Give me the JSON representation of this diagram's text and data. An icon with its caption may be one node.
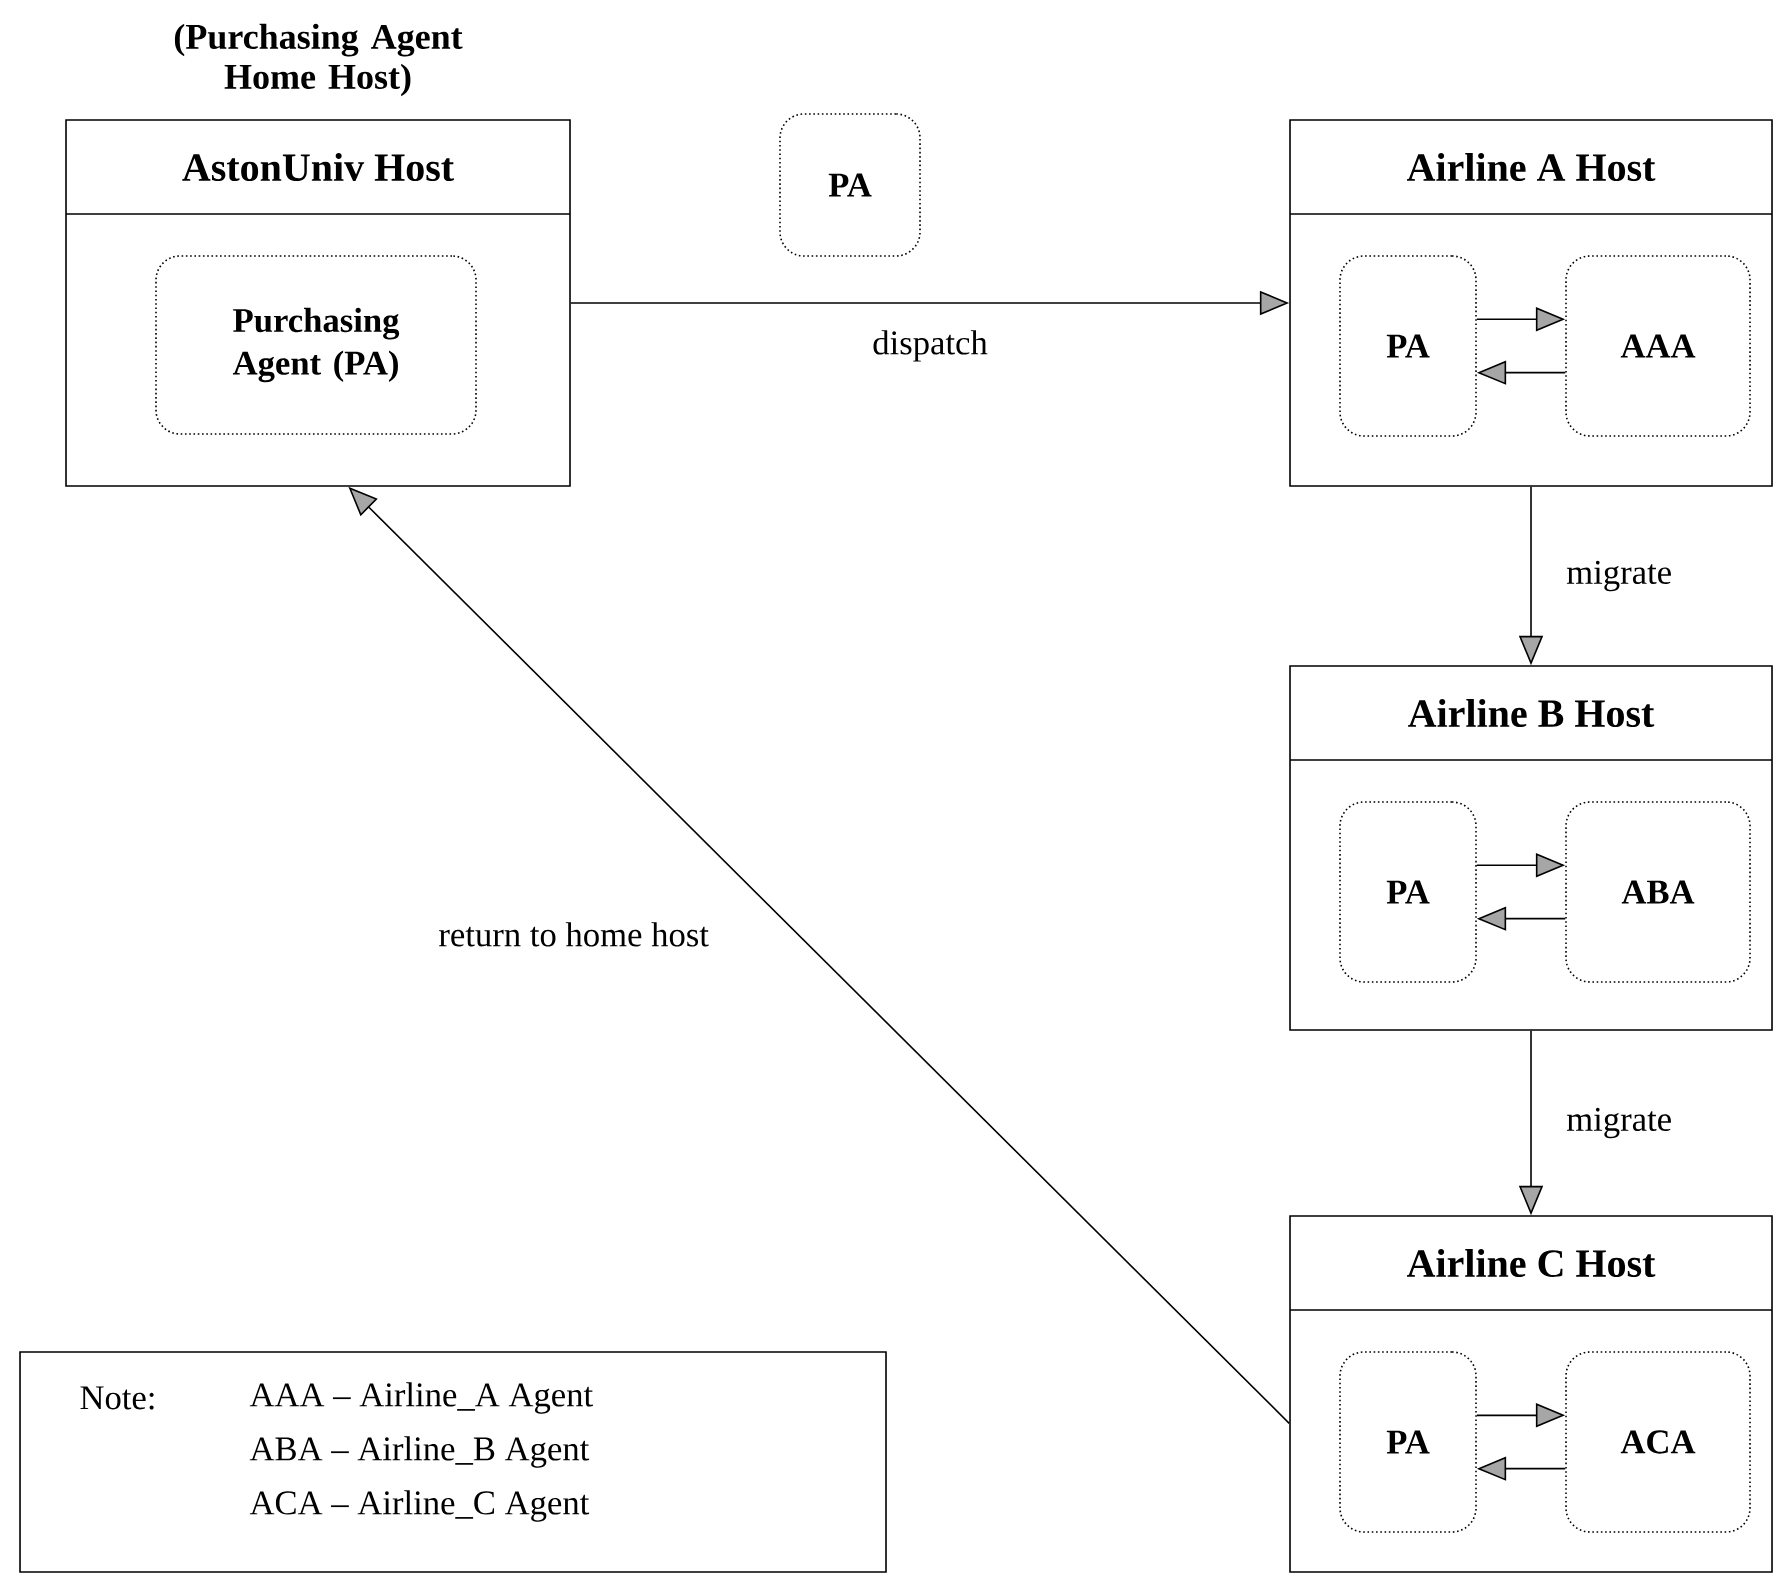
{
  "diagram": {
    "nodes": [
      {
        "text": [
          "(Purchasing Agent Home Host)",
          "AstonUniv Host"
        ]
      },
      {
        "text": [
          "Purchasing Agent (PA)"
        ],
        "in": 0
      },
      {
        "text": [
          "PA"
        ]
      },
      {
        "text": [
          "Airline  A Host"
        ]
      },
      {
        "text": [
          "PA"
        ],
        "in": 3
      },
      {
        "text": [
          "AAA"
        ],
        "in": 3
      },
      {
        "text": [
          "Airline  B Host"
        ]
      },
      {
        "text": [
          "PA"
        ],
        "in": 6
      },
      {
        "text": [
          "ABA"
        ],
        "in": 6
      },
      {
        "text": [
          "Airline  C Host"
        ]
      },
      {
        "text": [
          "PA"
        ],
        "in": 9
      },
      {
        "text": [
          "ACA"
        ],
        "in": 9
      },
      {
        "text": [
          "Note:",
          "AAA  –  Airline_A Agent",
          "ABA  –  Airline_B Agent",
          "ACA  –  Airline_C Agent"
        ]
      }
    ],
    "edges": [
      {
        "from": 0,
        "to": 3,
        "arrow": "to",
        "label": "dispatch"
      },
      {
        "from": 4,
        "to": 5,
        "arrow": "to"
      },
      {
        "from": 5,
        "to": 4,
        "arrow": "to"
      },
      {
        "from": 3,
        "to": 6,
        "arrow": "to",
        "label": "migrate"
      },
      {
        "from": 7,
        "to": 8,
        "arrow": "to"
      },
      {
        "from": 8,
        "to": 7,
        "arrow": "to"
      },
      {
        "from": 6,
        "to": 9,
        "arrow": "to",
        "label": "migrate"
      },
      {
        "from": 10,
        "to": 11,
        "arrow": "to"
      },
      {
        "from": 11,
        "to": 10,
        "arrow": "to"
      },
      {
        "from": 9,
        "to": 0,
        "arrow": "to",
        "label": "return to home host"
      }
    ]
  }
}
